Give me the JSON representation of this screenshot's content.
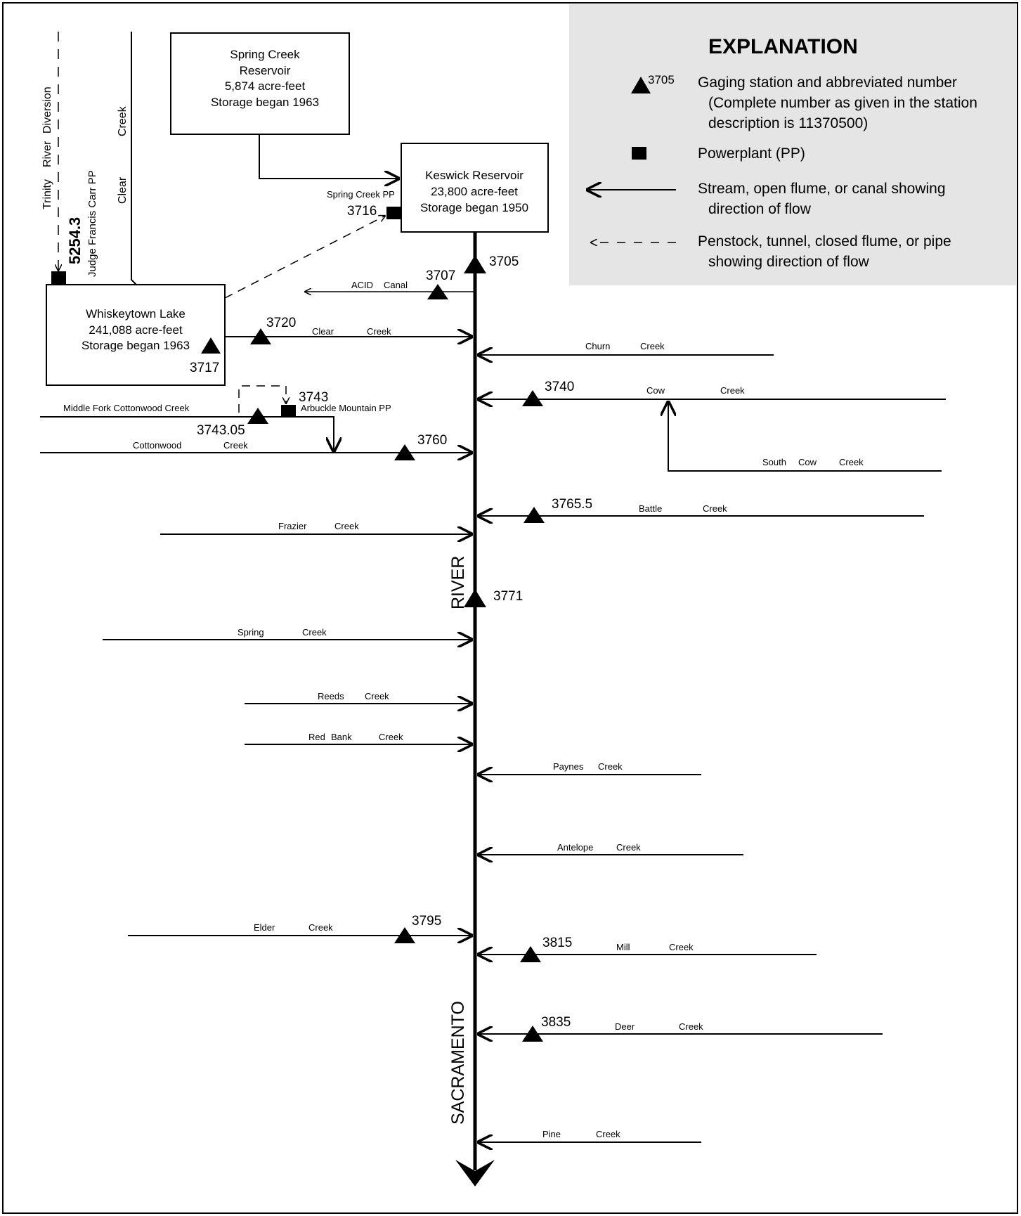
{
  "explanation": {
    "title": "EXPLANATION",
    "station_sample_number": "3705",
    "gaging_line1": "Gaging station and abbreviated number",
    "gaging_line2": "(Complete number as given in the station",
    "gaging_line3": "description is 11370500)",
    "powerplant": "Powerplant (PP)",
    "stream_line1": "Stream, open flume, or canal showing",
    "stream_line2": "direction of flow",
    "penstock_line1": "Penstock, tunnel, closed flume, or pipe",
    "penstock_line2": "showing direction of flow",
    "panel_color": "#e5e5e5"
  },
  "reservoirs": {
    "spring_creek": {
      "l1": "Spring Creek",
      "l2": "Reservoir",
      "l3": "5,874 acre-feet",
      "l4": "Storage began 1963"
    },
    "keswick": {
      "l1": "Keswick Reservoir",
      "l2": "23,800 acre-feet",
      "l3": "Storage began 1950"
    },
    "whiskeytown": {
      "l1": "Whiskeytown Lake",
      "l2": "241,088 acre-feet",
      "l3": "Storage began 1963"
    }
  },
  "river_label": {
    "w1": "SACRAMENTO",
    "w2": "RIVER"
  },
  "labels": {
    "trinity_1": "Trinity",
    "trinity_2": "River",
    "trinity_3": "Diversion",
    "judge_pp": "Judge Francis Carr PP",
    "clear_upper_1": "Clear",
    "clear_upper_2": "Creek",
    "spring_creek_pp": "Spring Creek PP",
    "acid_1": "ACID",
    "acid_2": "Canal",
    "clear_1": "Clear",
    "clear_2": "Creek",
    "churn_1": "Churn",
    "churn_2": "Creek",
    "cow_1": "Cow",
    "cow_2": "Creek",
    "south_cow_1": "South",
    "south_cow_2": "Cow",
    "south_cow_3": "Creek",
    "mf_cottonwood": "Middle Fork Cottonwood Creek",
    "arbuckle_pp": "Arbuckle Mountain PP",
    "cottonwood_1": "Cottonwood",
    "cottonwood_2": "Creek",
    "battle_1": "Battle",
    "battle_2": "Creek",
    "frazier_1": "Frazier",
    "frazier_2": "Creek",
    "spring_1": "Spring",
    "spring_2": "Creek",
    "reeds_1": "Reeds",
    "reeds_2": "Creek",
    "redbank_1": "Red",
    "redbank_2": "Bank",
    "redbank_3": "Creek",
    "paynes_1": "Paynes",
    "paynes_2": "Creek",
    "antelope_1": "Antelope",
    "antelope_2": "Creek",
    "elder_1": "Elder",
    "elder_2": "Creek",
    "mill_1": "Mill",
    "mill_2": "Creek",
    "deer_1": "Deer",
    "deer_2": "Creek",
    "pine_1": "Pine",
    "pine_2": "Creek"
  },
  "stations": {
    "s5254_3": "5254.3",
    "s3716": "3716",
    "s3705": "3705",
    "s3707": "3707",
    "s3720": "3720",
    "s3717": "3717",
    "s3743": "3743",
    "s3743_05": "3743.05",
    "s3740": "3740",
    "s3760": "3760",
    "s3765_5": "3765.5",
    "s3771": "3771",
    "s3795": "3795",
    "s3815": "3815",
    "s3835": "3835"
  }
}
